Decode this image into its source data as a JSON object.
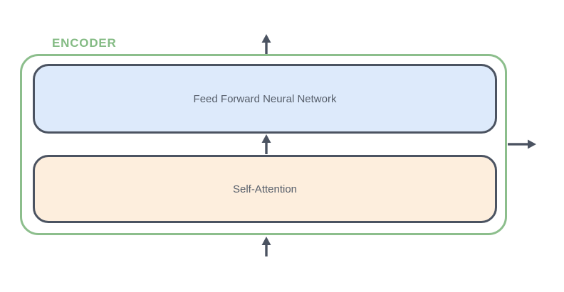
{
  "encoder": {
    "label": "ENCODER",
    "blocks": [
      {
        "name": "feed-forward",
        "label": "Feed Forward Neural Network",
        "fill": "#ddeafb"
      },
      {
        "name": "self-attention",
        "label": "Self-Attention",
        "fill": "#fdeedd"
      }
    ]
  },
  "arrows": [
    {
      "name": "input-arrow",
      "direction": "up",
      "position": "below-encoder"
    },
    {
      "name": "attention-to-ffnn-arrow",
      "direction": "up",
      "position": "between-blocks"
    },
    {
      "name": "output-arrow-top",
      "direction": "up",
      "position": "above-encoder"
    },
    {
      "name": "output-arrow-right",
      "direction": "right",
      "position": "right-of-encoder"
    }
  ],
  "colors": {
    "background": "#ffffff",
    "encoder_border": "#8cbe8c",
    "encoder_label_text": "#84bb84",
    "block_border": "#4b5361",
    "block_label_text": "#565e6a",
    "arrow": "#4b5361"
  }
}
